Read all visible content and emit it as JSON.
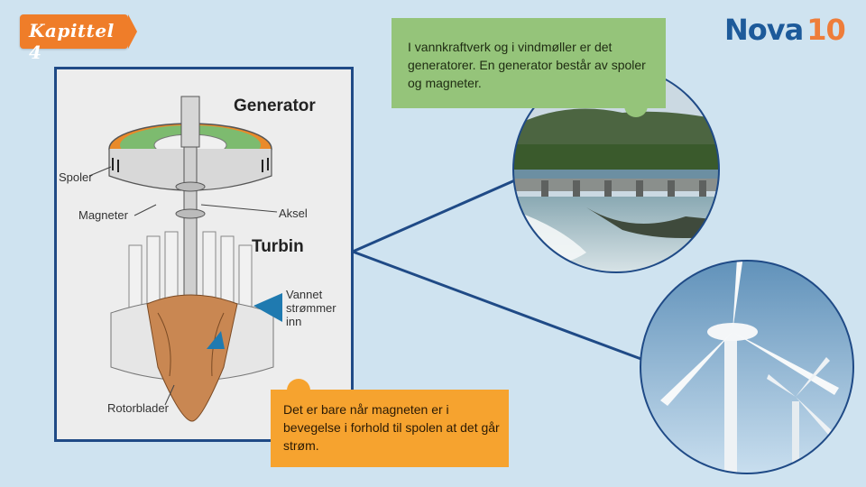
{
  "header": {
    "chapter_badge": "Kapittel 4"
  },
  "brand": {
    "name": "Nova",
    "number": "10",
    "primary_color": "#1d5a9a",
    "accent_color": "#ee7d3a"
  },
  "diagram": {
    "generator_heading": "Generator",
    "turbine_heading": "Turbin",
    "label_coils": "Spoler",
    "label_magnets": "Magneter",
    "label_shaft": "Aksel",
    "label_water_in_1": "Vannet",
    "label_water_in_2": "strømmer",
    "label_water_in_3": "inn",
    "label_rotor_blades": "Rotorblader"
  },
  "callouts": {
    "top": "I vannkraftverk og i vindmøller er det generatorer. En generator består av spoler og magneter.",
    "bottom": "Det er bare når magneten er i bevegelse i forhold til spolen at det går strøm."
  },
  "colors": {
    "panel_border": "#1f4a86",
    "callout_green": "#95c47a",
    "callout_orange": "#f6a32f",
    "background": "#cfe3f0"
  }
}
